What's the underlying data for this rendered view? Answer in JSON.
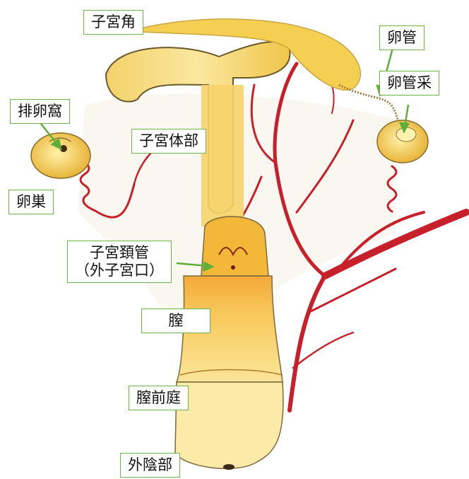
{
  "labels": {
    "uterine_horn": "子宮角",
    "oviduct": "卵管",
    "ovulation_fossa": "排卵窩",
    "fimbriae": "卵管采",
    "uterine_body": "子宮体部",
    "ovary": "卵巣",
    "cervix_line1": "子宮頚管",
    "cervix_line2": "（外子宮口）",
    "vagina": "膣",
    "vestibule": "膣前庭",
    "vulva": "外陰部"
  },
  "colors": {
    "label_border": "#6fb24a",
    "arrow": "#5fae3a",
    "organ_yellow": "#f6c93c",
    "organ_light": "#fbe48a",
    "vessel_red": "#c8202a"
  }
}
